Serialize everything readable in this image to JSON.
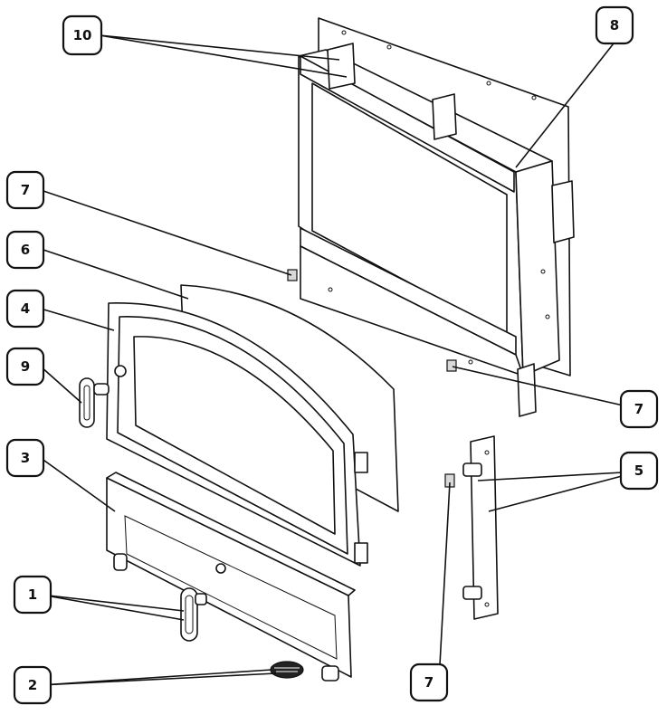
{
  "callouts": [
    {
      "id": "c10",
      "label": "10"
    },
    {
      "id": "c8",
      "label": "8"
    },
    {
      "id": "c7a",
      "label": "7"
    },
    {
      "id": "c6",
      "label": "6"
    },
    {
      "id": "c4",
      "label": "4"
    },
    {
      "id": "c9",
      "label": "9"
    },
    {
      "id": "c7b",
      "label": "7"
    },
    {
      "id": "c3",
      "label": "3"
    },
    {
      "id": "c5",
      "label": "5"
    },
    {
      "id": "c1",
      "label": "1"
    },
    {
      "id": "c2",
      "label": "2"
    },
    {
      "id": "c7c",
      "label": "7"
    }
  ]
}
